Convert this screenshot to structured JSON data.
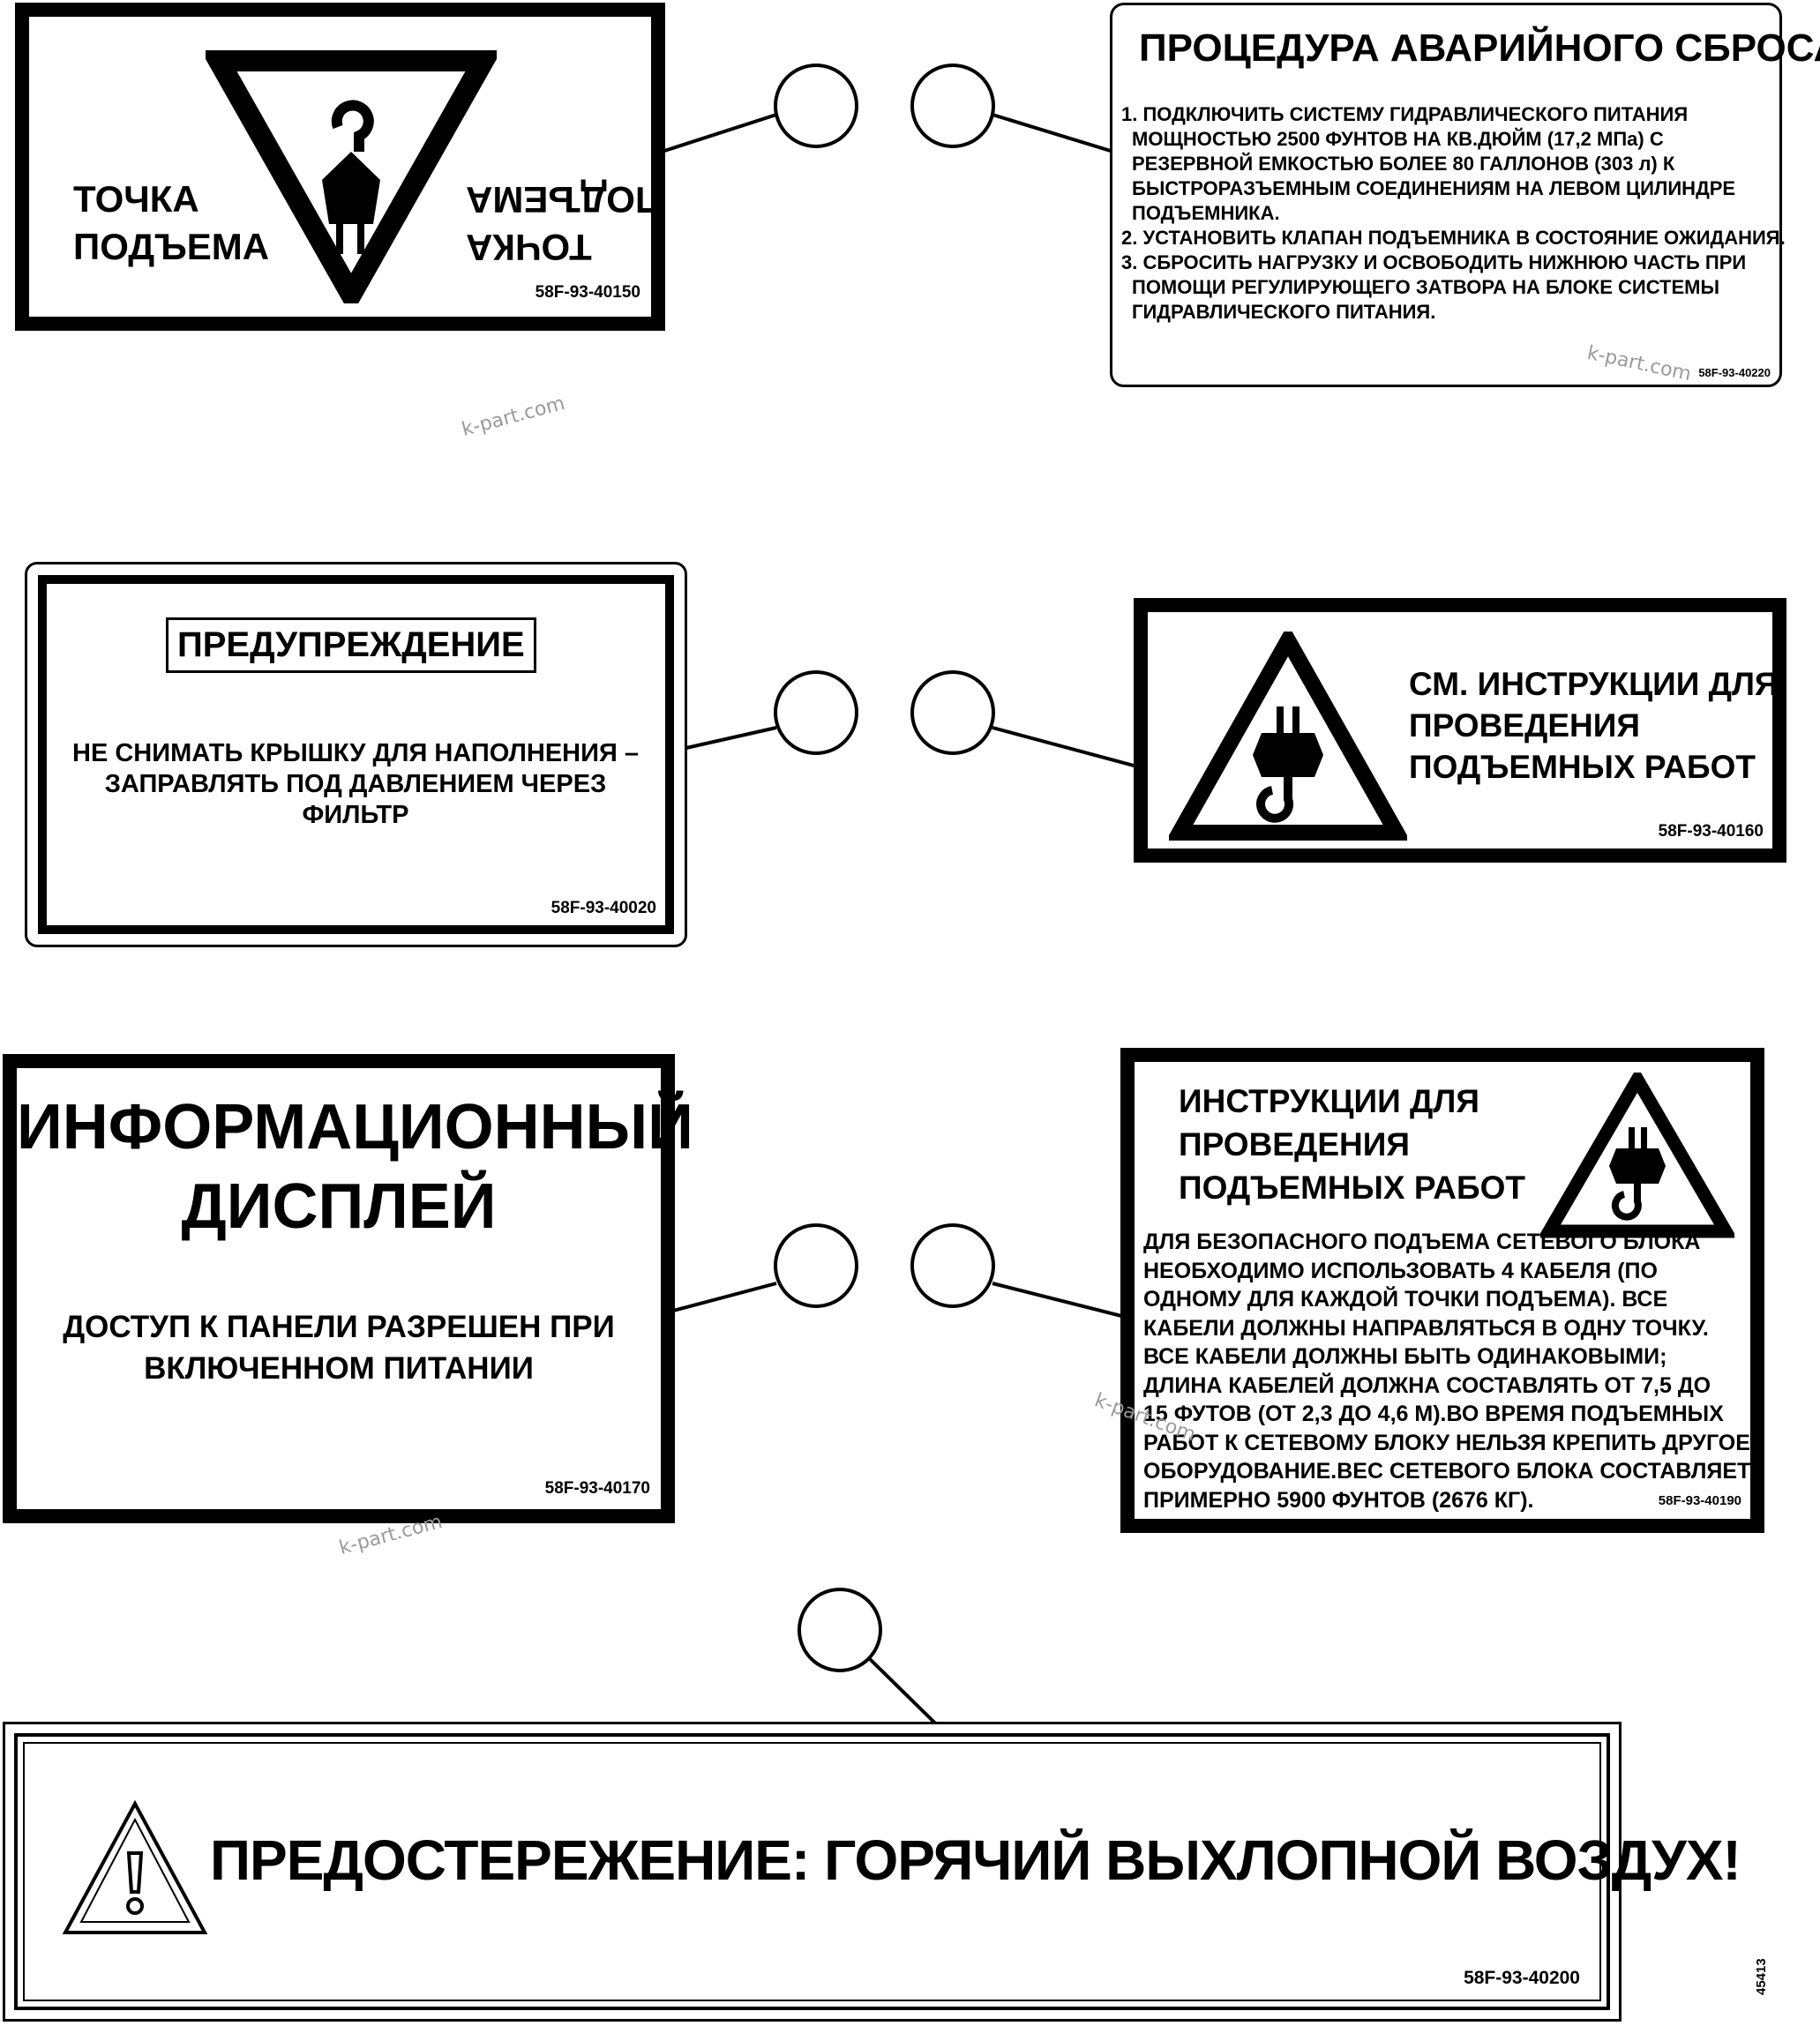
{
  "colors": {
    "ink": "#000000",
    "paper": "#ffffff",
    "watermark": "#9a9a9a"
  },
  "labels": {
    "lift_point": {
      "left_text": [
        "ТОЧКА",
        "ПОДЪЕМА"
      ],
      "mirrored_text": [
        "ТОЧКА",
        "ПОДЪЕМА"
      ],
      "part_number": "58F-93-40150",
      "icon": "lift-hook-icon"
    },
    "emergency_reset": {
      "title": "ПРОЦЕДУРА АВАРИЙНОГО СБРОСА",
      "lines": [
        "1. ПОДКЛЮЧИТЬ СИСТЕМУ ГИДРАВЛИЧЕСКОГО ПИТАНИЯ",
        "МОЩНОСТЬЮ 2500 ФУНТОВ НА КВ.ДЮЙМ (17,2 МПа) С",
        "РЕЗЕРВНОЙ ЕМКОСТЬЮ БОЛЕЕ 80 ГАЛЛОНОВ (303 л) К",
        "БЫСТРОРАЗЪЕМНЫМ СОЕДИНЕНИЯМ НА ЛЕВОМ ЦИЛИНДРЕ",
        "ПОДЪЕМНИКА.",
        "2. УСТАНОВИТЬ КЛАПАН ПОДЪЕМНИКА В СОСТОЯНИЕ ОЖИДАНИЯ.",
        "3. СБРОСИТЬ НАГРУЗКУ И ОСВОБОДИТЬ НИЖНЮЮ ЧАСТЬ ПРИ",
        "ПОМОЩИ РЕГУЛИРУЮЩЕГО ЗАТВОРА НА БЛОКЕ СИСТЕМЫ",
        "ГИДРАВЛИЧЕСКОГО ПИТАНИЯ."
      ],
      "part_number": "58F-93-40220"
    },
    "warning": {
      "title": "ПРЕДУПРЕЖДЕНИЕ",
      "lines": [
        "НЕ СНИМАТЬ КРЫШКУ ДЛЯ НАПОЛНЕНИЯ –",
        "ЗАПРАВЛЯТЬ ПОД ДАВЛЕНИЕМ ЧЕРЕЗ",
        "ФИЛЬТР"
      ],
      "part_number": "58F-93-40020"
    },
    "see_instructions": {
      "lines": [
        "СМ. ИНСТРУКЦИИ ДЛЯ",
        "ПРОВЕДЕНИЯ",
        "ПОДЪЕМНЫХ РАБОТ"
      ],
      "part_number": "58F-93-40160",
      "icon": "crane-hook-icon"
    },
    "info_display": {
      "title_lines": [
        "ИНФОРМАЦИОННЫЙ",
        "ДИСПЛЕЙ"
      ],
      "body_lines": [
        "ДОСТУП К ПАНЕЛИ РАЗРЕШЕН ПРИ",
        "ВКЛЮЧЕННОМ ПИТАНИИ"
      ],
      "part_number": "58F-93-40170"
    },
    "lifting_instructions": {
      "title_lines": [
        "ИНСТРУКЦИИ ДЛЯ",
        "ПРОВЕДЕНИЯ",
        "ПОДЪЕМНЫХ РАБОТ"
      ],
      "body_lines": [
        "ДЛЯ БЕЗОПАСНОГО ПОДЪЕМА СЕТЕВОГО БЛОКА",
        "НЕОБХОДИМО ИСПОЛЬЗОВАТЬ 4 КАБЕЛЯ (ПО",
        "ОДНОМУ ДЛЯ КАЖДОЙ ТОЧКИ ПОДЪЕМА). ВСЕ",
        "КАБЕЛИ ДОЛЖНЫ НАПРАВЛЯТЬСЯ  В ОДНУ ТОЧКУ.",
        "ВСЕ КАБЕЛИ ДОЛЖНЫ БЫТЬ ОДИНАКОВЫМИ;",
        "ДЛИНА КАБЕЛЕЙ ДОЛЖНА СОСТАВЛЯТЬ ОТ 7,5 ДО",
        "15 ФУТОВ (ОТ 2,3 ДО 4,6 М).ВО ВРЕМЯ ПОДЪЕМНЫХ",
        "РАБОТ К СЕТЕВОМУ БЛОКУ НЕЛЬЗЯ КРЕПИТЬ ДРУГОЕ",
        "ОБОРУДОВАНИЕ.ВЕС СЕТЕВОГО БЛОКА СОСТАВЛЯЕТ",
        "ПРИМЕРНО 5900 ФУНТОВ (2676 КГ)."
      ],
      "part_number": "58F-93-40190",
      "icon": "crane-hook-icon"
    },
    "hot_exhaust": {
      "text": "ПРЕДОСТЕРЕЖЕНИЕ: ГОРЯЧИЙ ВЫХЛОПНОЙ ВОЗДУХ!",
      "part_number": "58F-93-40200",
      "icon": "exclamation-warning-icon"
    }
  },
  "watermark": "k-part.com",
  "figure_id": "45413"
}
